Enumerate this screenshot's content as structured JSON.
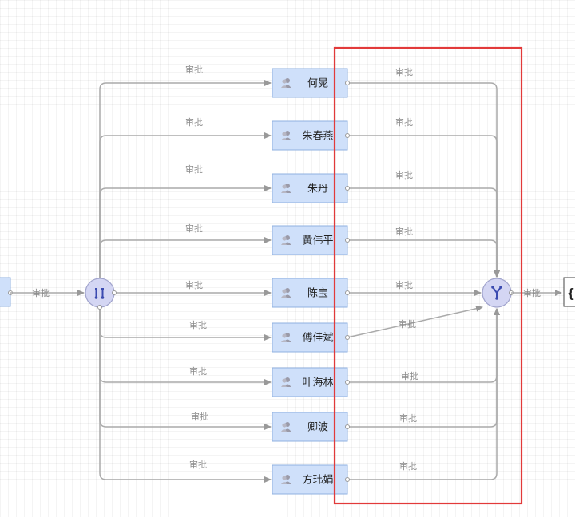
{
  "flow": {
    "start_edge_label": "审批",
    "end_edge_label": "审批",
    "end_node_text": "{",
    "fork_gateway_icon": "parallel-fork-icon",
    "join_gateway_icon": "merge-icon",
    "node_icon": "user-group-icon",
    "highlight_color": "#e23a3a",
    "node_color": "#cfe0fa",
    "approvers": [
      {
        "name": "何晁",
        "in_label": "审批",
        "out_label": "审批"
      },
      {
        "name": "朱春燕",
        "in_label": "审批",
        "out_label": "审批"
      },
      {
        "name": "朱丹",
        "in_label": "审批",
        "out_label": "审批"
      },
      {
        "name": "黄伟平",
        "in_label": "审批",
        "out_label": "审批"
      },
      {
        "name": "陈宝",
        "in_label": "审批",
        "out_label": "审批"
      },
      {
        "name": "傅佳斌",
        "in_label": "审批",
        "out_label": "审批"
      },
      {
        "name": "叶海林",
        "in_label": "审批",
        "out_label": "审批"
      },
      {
        "name": "卿波",
        "in_label": "审批",
        "out_label": "审批"
      },
      {
        "name": "方玮娟",
        "in_label": "审批",
        "out_label": "审批"
      }
    ]
  }
}
